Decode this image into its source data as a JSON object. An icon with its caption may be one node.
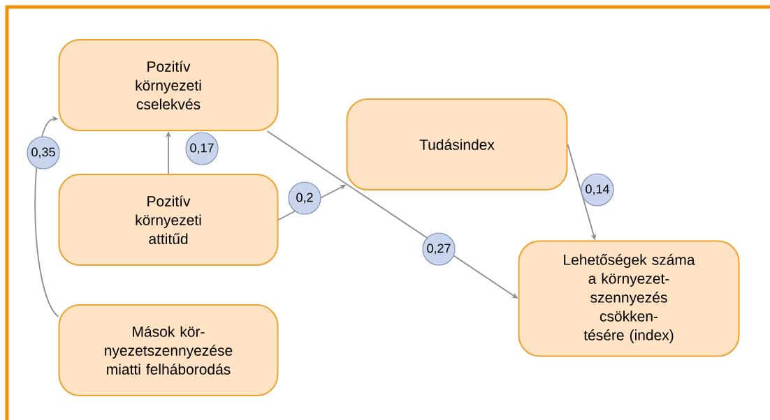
{
  "diagram": {
    "nodes": [
      {
        "text": [
          "Pozitív környezeti cselekvés"
        ]
      },
      {
        "text": [
          "Tudásindex"
        ]
      },
      {
        "text": [
          "Pozitív környezeti attitűd"
        ]
      },
      {
        "text": [
          "Lehetőségek száma a környezet-szennyezés csökken-tésére (index)"
        ]
      },
      {
        "text": [
          "Mások kör-nyezetszennyezése miatti felháborodás"
        ]
      }
    ],
    "edges": [
      {
        "from": 4,
        "to": 0,
        "arrow": "to",
        "label": "0,35"
      },
      {
        "from": 2,
        "to": 0,
        "arrow": "to",
        "label": "0,17"
      },
      {
        "from": 2,
        "to": 1,
        "arrow": "to",
        "label": "0,2"
      },
      {
        "from": 0,
        "to": 3,
        "arrow": "to",
        "label": "0,27"
      },
      {
        "from": 1,
        "to": 3,
        "arrow": "to",
        "label": "0,14"
      }
    ]
  }
}
